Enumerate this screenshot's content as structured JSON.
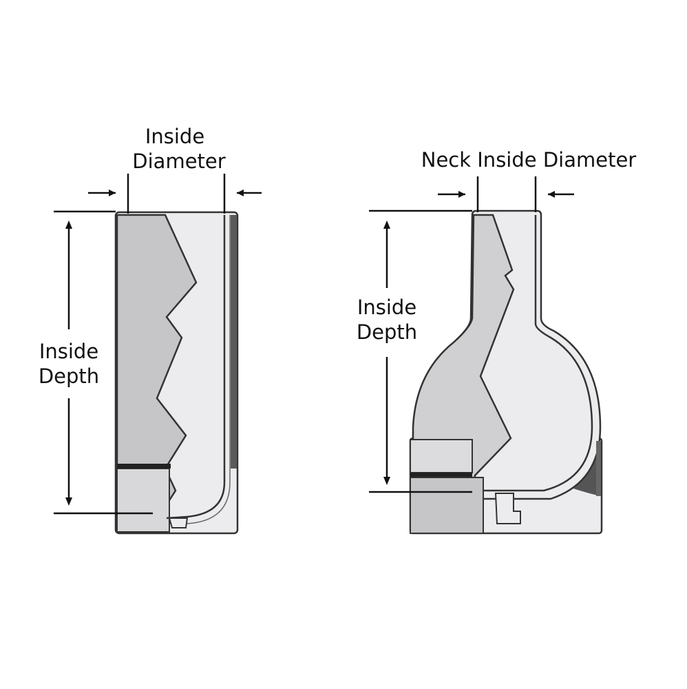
{
  "left_figure": {
    "diameter_label_line1": "Inside",
    "diameter_label_line2": "Diameter",
    "depth_label_line1": "Inside",
    "depth_label_line2": "Depth"
  },
  "right_figure": {
    "diameter_label": "Neck Inside Diameter",
    "depth_label_line1": "Inside",
    "depth_label_line2": "Depth"
  },
  "colors": {
    "body_dark": "#c4c4c6",
    "body_mid": "#d8d8da",
    "cavity": "#ececee",
    "accent_dark": "#4a4a4a",
    "outline": "#333333"
  }
}
